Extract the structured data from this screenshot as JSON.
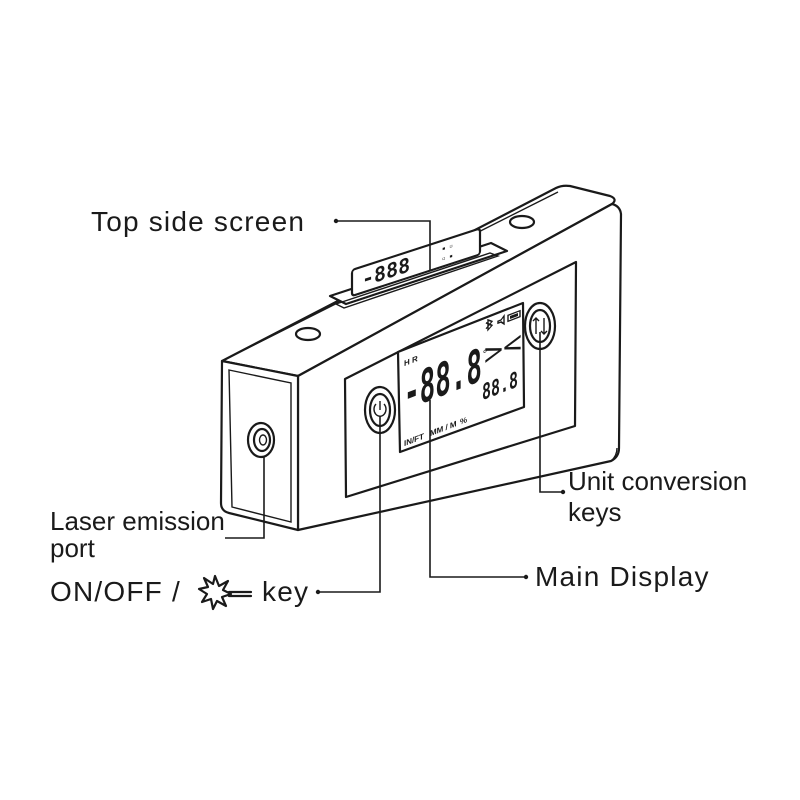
{
  "labels": {
    "top_side_screen": "Top side screen",
    "unit_conversion_line1": "Unit conversion",
    "unit_conversion_line2": "keys",
    "main_display": "Main Display",
    "laser_port_line1": "Laser emission",
    "laser_port_line2": "port",
    "on_off_prefix": "ON/OFF /",
    "on_off_suffix": "key"
  },
  "top_screen": {
    "readout": "-888"
  },
  "main_display": {
    "corner_label": "H R",
    "main_readout": "-88.8",
    "compare_symbol": "><",
    "secondary_readout": "88.8",
    "degree_mark": "°",
    "unit_inft": "IN/FT",
    "unit_mm_m": "MM / M",
    "unit_percent": "%"
  },
  "icons": {
    "power_key": "power-icon",
    "unit_key": "unit-switch-icon",
    "laser_symbol": "laser-burst-icon",
    "bluetooth": "bluetooth-icon",
    "volume": "volume-icon",
    "battery": "battery-icon"
  }
}
